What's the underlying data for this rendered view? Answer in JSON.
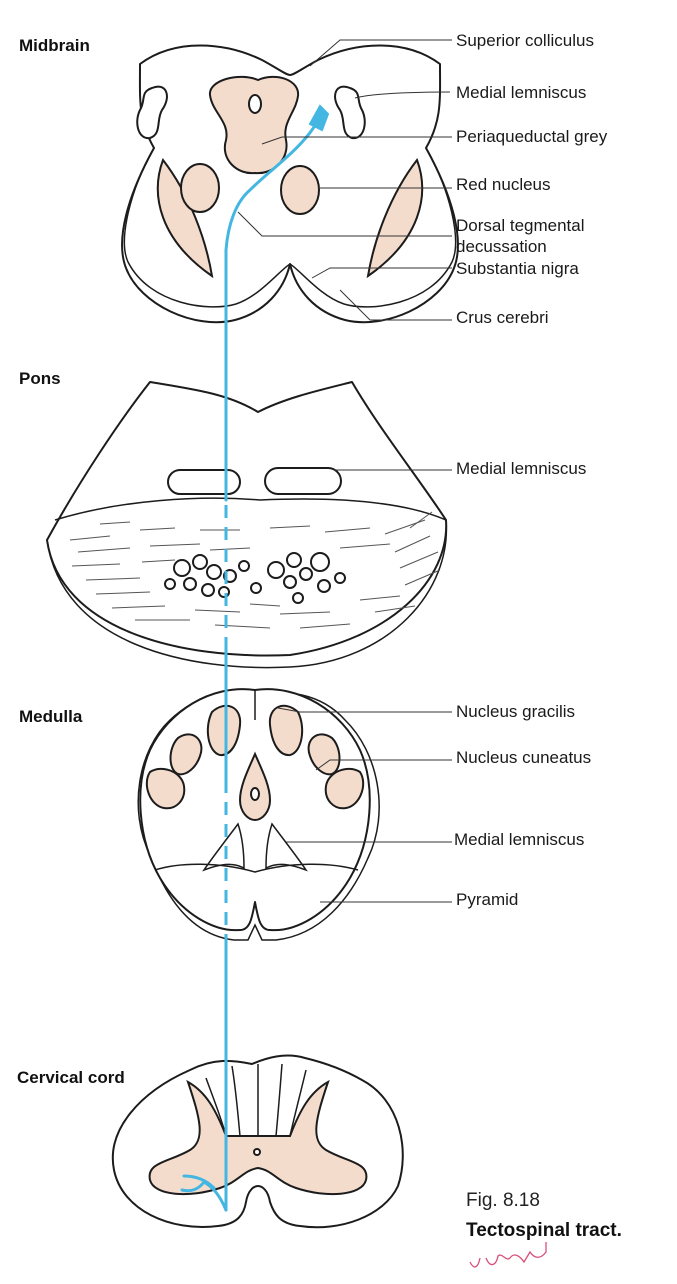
{
  "sections": {
    "midbrain": "Midbrain",
    "pons": "Pons",
    "medulla": "Medulla",
    "cervical": "Cervical cord"
  },
  "labels": {
    "superior_colliculus": "Superior colliculus",
    "medial_lemniscus_mb": "Medial lemniscus",
    "periaqueductal_grey": "Periaqueductal grey",
    "red_nucleus": "Red nucleus",
    "dorsal_tegmental_1": "Dorsal tegmental",
    "dorsal_tegmental_2": "decussation",
    "substantia_nigra": "Substantia nigra",
    "crus_cerebri": "Crus cerebri",
    "medial_lemniscus_pons": "Medial lemniscus",
    "nucleus_gracilis": "Nucleus gracilis",
    "nucleus_cuneatus": "Nucleus cuneatus",
    "medial_lemniscus_med": "Medial lemniscus",
    "pyramid": "Pyramid"
  },
  "caption": {
    "fig_number": "Fig. 8.18",
    "title": "Tectospinal tract."
  },
  "colors": {
    "tract": "#43b6e1",
    "nucleus_fill": "#f4dccd",
    "outline": "#1c1c1c"
  }
}
